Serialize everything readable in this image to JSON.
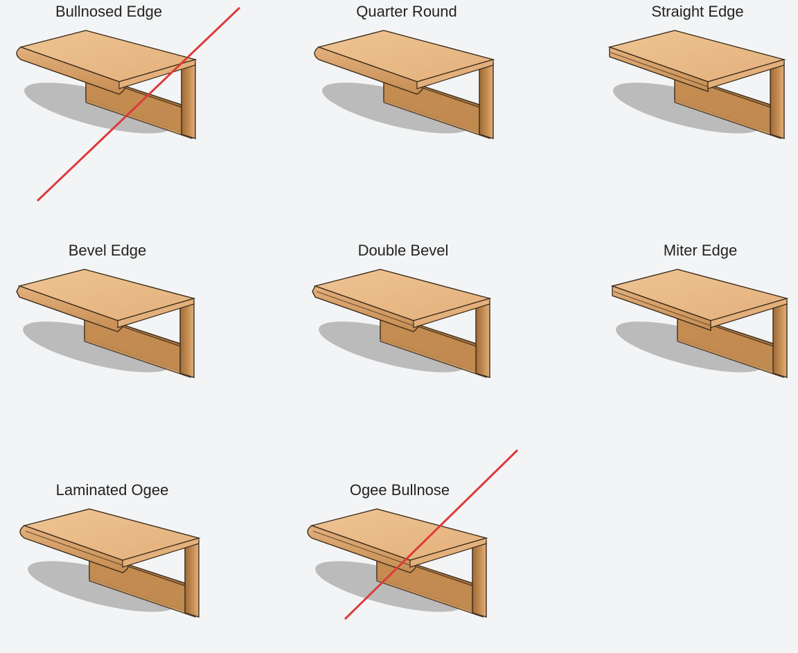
{
  "colors": {
    "background": "#f3f4f5",
    "wood_top": "#e3b07c",
    "wood_top_light": "#eec492",
    "wood_side": "#c58d52",
    "wood_dark": "#9d6a38",
    "outline": "#3a2a1a",
    "shadow": "#8c8c8c",
    "strike_line": "#dd3a3a"
  },
  "profiles": [
    {
      "label": "Bullnosed Edge",
      "edge": "bullnose",
      "crossed_out": true
    },
    {
      "label": "Quarter Round",
      "edge": "quarter-round",
      "crossed_out": false
    },
    {
      "label": "Straight Edge",
      "edge": "straight",
      "crossed_out": false
    },
    {
      "label": "Bevel Edge",
      "edge": "bevel",
      "crossed_out": false
    },
    {
      "label": "Double Bevel",
      "edge": "double-bevel",
      "crossed_out": false
    },
    {
      "label": "Miter Edge",
      "edge": "miter",
      "crossed_out": false
    },
    {
      "label": "Laminated Ogee",
      "edge": "laminated-ogee",
      "crossed_out": false
    },
    {
      "label": "Ogee Bullnose",
      "edge": "ogee-bullnose",
      "crossed_out": true
    }
  ]
}
